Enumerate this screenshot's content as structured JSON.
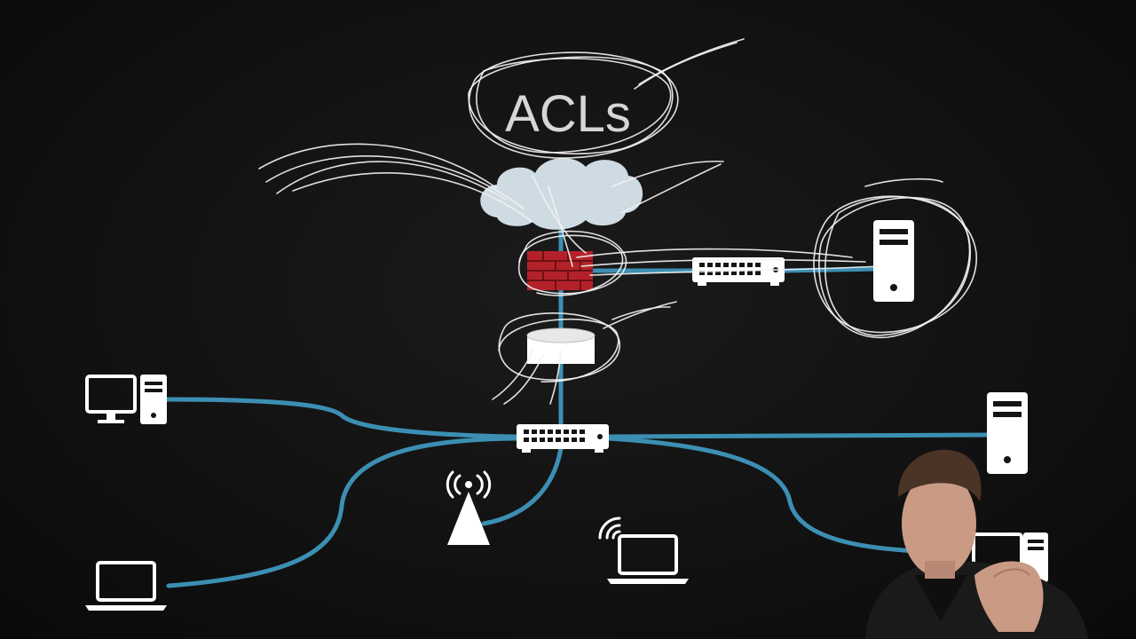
{
  "diagram": {
    "title": "ACLs",
    "colors": {
      "background": "#111111",
      "link": "#3c8fb3",
      "firewall": "#b3222a",
      "cloud": "#cfdbe3",
      "device": "#ffffff",
      "annotation": "#f2f2f2"
    },
    "nodes": [
      {
        "id": "internet",
        "icon": "cloud-icon"
      },
      {
        "id": "firewall",
        "icon": "firewall-icon"
      },
      {
        "id": "router",
        "icon": "router-icon"
      },
      {
        "id": "core-switch",
        "icon": "switch-icon"
      },
      {
        "id": "dmz-switch",
        "icon": "switch-icon"
      },
      {
        "id": "dmz-server",
        "icon": "server-icon"
      },
      {
        "id": "lan-server",
        "icon": "server-icon"
      },
      {
        "id": "desktop-left",
        "icon": "desktop-icon"
      },
      {
        "id": "desktop-right",
        "icon": "desktop-icon"
      },
      {
        "id": "laptop-left",
        "icon": "laptop-icon"
      },
      {
        "id": "wireless-laptop",
        "icon": "wireless-laptop-icon"
      },
      {
        "id": "access-point",
        "icon": "wireless-access-point-icon"
      }
    ],
    "presenter": {
      "icon": "presenter-icon"
    }
  }
}
